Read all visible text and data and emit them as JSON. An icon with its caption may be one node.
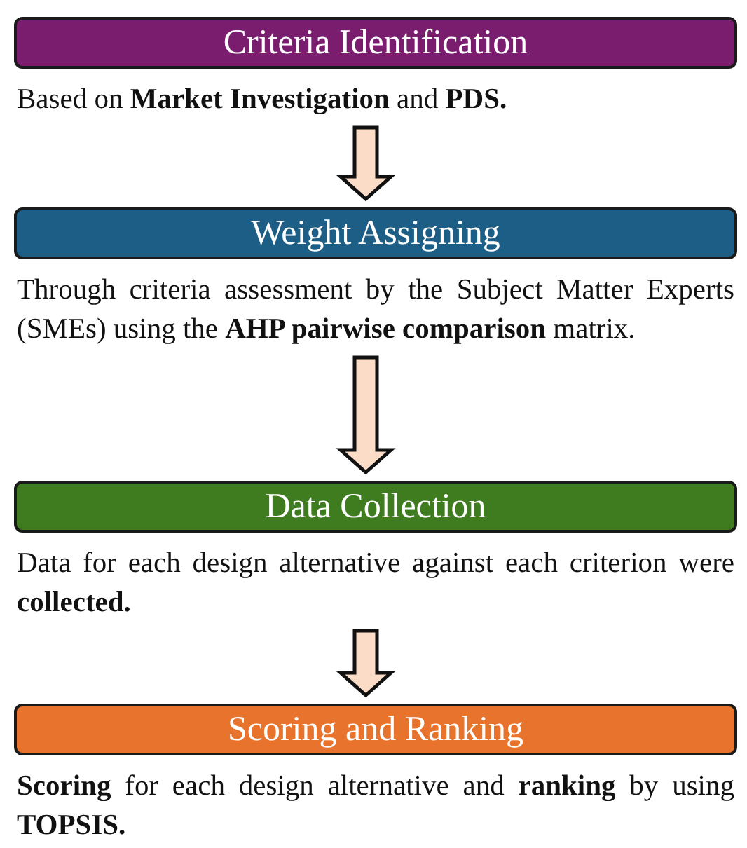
{
  "diagram": {
    "nodes": [
      {
        "text": [
          "Criteria Identification"
        ],
        "beside": [
          "Based on **Market Investigation** and **PDS.**"
        ]
      },
      {
        "text": [
          "Weight Assigning"
        ],
        "beside": [
          "Through criteria assessment by the Subject Matter Experts (SMEs) using the **AHP pairwise comparison** matrix."
        ]
      },
      {
        "text": [
          "Data Collection"
        ],
        "beside": [
          "Data for each design alternative against each criterion were **collected.**"
        ]
      },
      {
        "text": [
          "Scoring and Ranking"
        ],
        "beside": [
          "**Scoring** for each design alternative and **ranking** by using **TOPSIS.**"
        ]
      }
    ],
    "edges": [
      {
        "from": 0,
        "to": 1,
        "arrow": "to"
      },
      {
        "from": 1,
        "to": 2,
        "arrow": "to"
      },
      {
        "from": 2,
        "to": 3,
        "arrow": "to"
      }
    ]
  }
}
